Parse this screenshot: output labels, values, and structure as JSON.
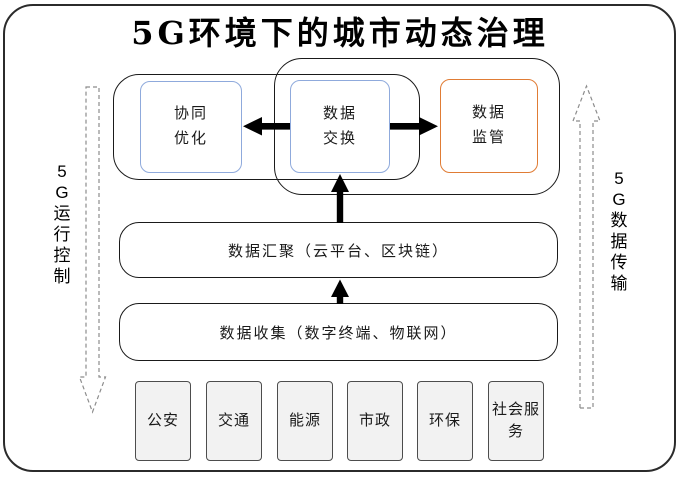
{
  "title": "5G环境下的城市动态治理",
  "side_channels": {
    "left": {
      "label": "5G运行控制",
      "direction": "down"
    },
    "right": {
      "label": "5G数据传输",
      "direction": "up"
    }
  },
  "governance": {
    "collaborative_optimization": {
      "label": "协同\n优化"
    },
    "data_exchange": {
      "label": "数据\n交换"
    },
    "data_supervision": {
      "label": "数据\n监管"
    }
  },
  "aggregation": {
    "label": "数据汇聚（云平台、区块链）"
  },
  "collection": {
    "label": "数据收集（数字终端、物联网）"
  },
  "sources": [
    {
      "label": "公安"
    },
    {
      "label": "交通"
    },
    {
      "label": "能源"
    },
    {
      "label": "市政"
    },
    {
      "label": "环保"
    },
    {
      "label": "社会服务"
    }
  ],
  "colors": {
    "blue_box_border": "#8faadc",
    "orange_box_border": "#e07c35",
    "source_box_fill": "#f2f2f2",
    "solid_arrow": "#000000",
    "dashed_arrow": "#8c8c8c",
    "frame_border": "#2b2b2b"
  }
}
